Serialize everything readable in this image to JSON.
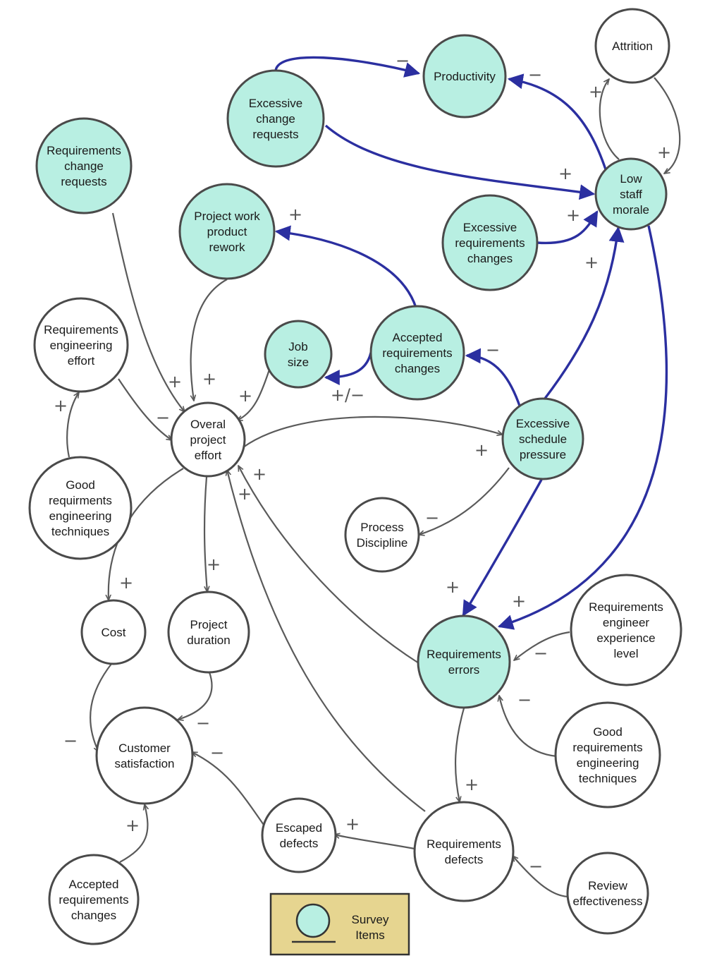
{
  "colors": {
    "survey_fill": "#b8efe2",
    "plain_fill": "#ffffff",
    "blue_edge": "#2b2fa0",
    "gray_edge": "#5a5a5a",
    "legend_fill": "#e6d590"
  },
  "nodes": {
    "productivity": {
      "lines": [
        "Productivity"
      ],
      "survey": true
    },
    "attrition": {
      "lines": [
        "Attrition"
      ],
      "survey": false
    },
    "excessive_change_requests": {
      "lines": [
        "Excessive",
        "change",
        "requests"
      ],
      "survey": true
    },
    "requirements_change_requests": {
      "lines": [
        "Requirements",
        "change",
        "requests"
      ],
      "survey": true
    },
    "low_staff_morale": {
      "lines": [
        "Low",
        "staff",
        "morale"
      ],
      "survey": true
    },
    "project_work_product_rework": {
      "lines": [
        "Project work",
        "product",
        "rework"
      ],
      "survey": true
    },
    "excessive_requirements_changes": {
      "lines": [
        "Excessive",
        "requirements",
        "changes"
      ],
      "survey": true
    },
    "requirements_engineering_effort": {
      "lines": [
        "Requirements",
        "engineering",
        "effort"
      ],
      "survey": false
    },
    "job_size": {
      "lines": [
        "Job",
        "size"
      ],
      "survey": true
    },
    "accepted_requirements_changes_top": {
      "lines": [
        "Accepted",
        "requirements",
        "changes"
      ],
      "survey": true
    },
    "overal_project_effort": {
      "lines": [
        "Overal",
        "project",
        "effort"
      ],
      "survey": false
    },
    "excessive_schedule_pressure": {
      "lines": [
        "Excessive",
        "schedule",
        "pressure"
      ],
      "survey": true
    },
    "good_requirments_engineering_techniques": {
      "lines": [
        "Good",
        "requirments",
        "engineering",
        "techniques"
      ],
      "survey": false
    },
    "process_discipline": {
      "lines": [
        "Process",
        "Discipline"
      ],
      "survey": false
    },
    "cost": {
      "lines": [
        "Cost"
      ],
      "survey": false
    },
    "project_duration": {
      "lines": [
        "Project",
        "duration"
      ],
      "survey": false
    },
    "requirements_engineer_experience_level": {
      "lines": [
        "Requirements",
        "engineer",
        "experience",
        "level"
      ],
      "survey": false
    },
    "requirements_errors": {
      "lines": [
        "Requirements",
        "errors"
      ],
      "survey": true
    },
    "customer_satisfaction": {
      "lines": [
        "Customer",
        "satisfaction"
      ],
      "survey": false
    },
    "good_requirements_engineering_techniques_right": {
      "lines": [
        "Good",
        "requirements",
        "engineering",
        "techniques"
      ],
      "survey": false
    },
    "escaped_defects": {
      "lines": [
        "Escaped",
        "defects"
      ],
      "survey": false
    },
    "requirements_defects": {
      "lines": [
        "Requirements",
        "defects"
      ],
      "survey": false
    },
    "review_effectiveness": {
      "lines": [
        "Review",
        "effectiveness"
      ],
      "survey": false
    },
    "accepted_requirements_changes_bottom": {
      "lines": [
        "Accepted",
        "requirements",
        "changes"
      ],
      "survey": false
    }
  },
  "edges": [
    {
      "from": "excessive_change_requests",
      "to": "productivity",
      "sign": "−",
      "emphasis": "blue"
    },
    {
      "from": "low_staff_morale",
      "to": "productivity",
      "sign": "−",
      "emphasis": "blue"
    },
    {
      "from": "excessive_change_requests",
      "to": "low_staff_morale",
      "sign": "+",
      "emphasis": "blue"
    },
    {
      "from": "low_staff_morale",
      "to": "attrition",
      "sign": "+",
      "emphasis": "gray"
    },
    {
      "from": "attrition",
      "to": "low_staff_morale",
      "sign": "+",
      "emphasis": "gray"
    },
    {
      "from": "excessive_requirements_changes",
      "to": "low_staff_morale",
      "sign": "+",
      "emphasis": "blue"
    },
    {
      "from": "excessive_schedule_pressure",
      "to": "low_staff_morale",
      "sign": "+",
      "emphasis": "blue"
    },
    {
      "from": "low_staff_morale",
      "to": "requirements_errors",
      "sign": "+",
      "emphasis": "blue"
    },
    {
      "from": "accepted_requirements_changes_top",
      "to": "project_work_product_rework",
      "sign": "+",
      "emphasis": "blue"
    },
    {
      "from": "accepted_requirements_changes_top",
      "to": "job_size",
      "sign": "+/−",
      "emphasis": "blue"
    },
    {
      "from": "excessive_schedule_pressure",
      "to": "accepted_requirements_changes_top",
      "sign": "−",
      "emphasis": "blue"
    },
    {
      "from": "excessive_schedule_pressure",
      "to": "requirements_errors",
      "sign": "+",
      "emphasis": "blue"
    },
    {
      "from": "requirements_change_requests",
      "to": "overal_project_effort",
      "sign": "+",
      "emphasis": "gray"
    },
    {
      "from": "project_work_product_rework",
      "to": "overal_project_effort",
      "sign": "+",
      "emphasis": "gray"
    },
    {
      "from": "job_size",
      "to": "overal_project_effort",
      "sign": "+",
      "emphasis": "gray"
    },
    {
      "from": "requirements_engineering_effort",
      "to": "overal_project_effort",
      "sign": "−",
      "emphasis": "gray"
    },
    {
      "from": "good_requirments_engineering_techniques",
      "to": "requirements_engineering_effort",
      "sign": "+",
      "emphasis": "gray"
    },
    {
      "from": "overal_project_effort",
      "to": "excessive_schedule_pressure",
      "sign": "+",
      "emphasis": "gray"
    },
    {
      "from": "excessive_schedule_pressure",
      "to": "process_discipline",
      "sign": "−",
      "emphasis": "gray"
    },
    {
      "from": "overal_project_effort",
      "to": "cost",
      "sign": "+",
      "emphasis": "gray"
    },
    {
      "from": "overal_project_effort",
      "to": "project_duration",
      "sign": "+",
      "emphasis": "gray"
    },
    {
      "from": "requirements_errors",
      "to": "overal_project_effort",
      "sign": "+",
      "emphasis": "gray"
    },
    {
      "from": "requirements_defects",
      "to": "overal_project_effort",
      "sign": "+",
      "emphasis": "gray"
    },
    {
      "from": "cost",
      "to": "customer_satisfaction",
      "sign": "−",
      "emphasis": "gray"
    },
    {
      "from": "project_duration",
      "to": "customer_satisfaction",
      "sign": "−",
      "emphasis": "gray"
    },
    {
      "from": "escaped_defects",
      "to": "customer_satisfaction",
      "sign": "−",
      "emphasis": "gray"
    },
    {
      "from": "accepted_requirements_changes_bottom",
      "to": "customer_satisfaction",
      "sign": "+",
      "emphasis": "gray"
    },
    {
      "from": "requirements_engineer_experience_level",
      "to": "requirements_errors",
      "sign": "−",
      "emphasis": "gray"
    },
    {
      "from": "good_requirements_engineering_techniques_right",
      "to": "requirements_errors",
      "sign": "−",
      "emphasis": "gray"
    },
    {
      "from": "requirements_errors",
      "to": "requirements_defects",
      "sign": "+",
      "emphasis": "gray"
    },
    {
      "from": "requirements_defects",
      "to": "escaped_defects",
      "sign": "+",
      "emphasis": "gray"
    },
    {
      "from": "review_effectiveness",
      "to": "requirements_defects",
      "sign": "−",
      "emphasis": "gray"
    }
  ],
  "legend": {
    "lines": [
      "Survey",
      "Items"
    ]
  }
}
